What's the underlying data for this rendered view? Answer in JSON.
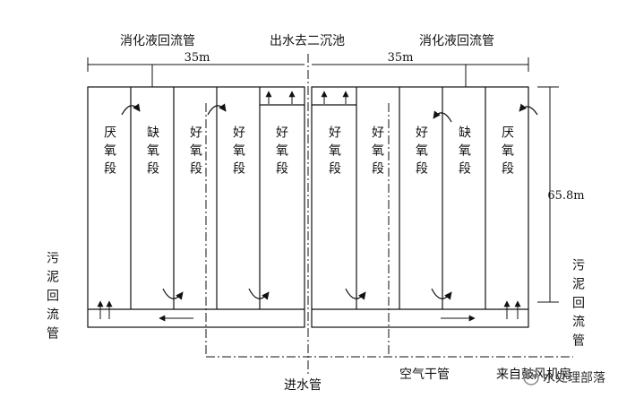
{
  "labels": {
    "top_left_pipe": "消化液回流管",
    "top_center": "出水去二沉池",
    "top_right_pipe": "消化液回流管",
    "dim_left": "35m",
    "dim_right": "35m",
    "dim_height": "65.8m",
    "bottom_inlet": "进水管",
    "bottom_air": "空气干管",
    "bottom_blower": "来自鼓风机房",
    "left_sludge": "污泥回流管",
    "right_sludge": "污泥回流管",
    "watermark": "水处理部落"
  },
  "zones": [
    "厌氧段",
    "缺氧段",
    "好氧段",
    "好氧段",
    "好氧段",
    "好氧段",
    "好氧段",
    "好氧段",
    "缺氧段",
    "厌氧段"
  ]
}
